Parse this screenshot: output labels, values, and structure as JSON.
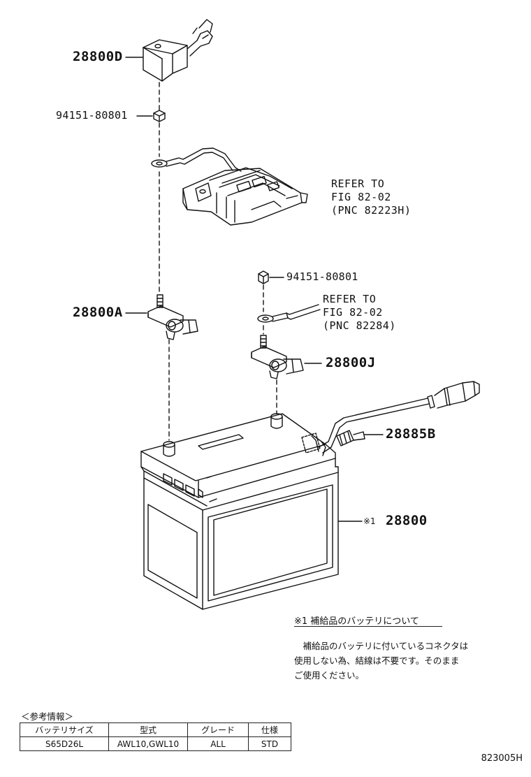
{
  "callouts": {
    "p28800D": "28800D",
    "nut_top": "94151-80801",
    "refer_upper": [
      "REFER TO",
      "FIG 82-02",
      "(PNC 82223H)"
    ],
    "nut_mid": "94151-80801",
    "refer_lower": [
      "REFER TO",
      "FIG 82-02",
      "(PNC 82284)"
    ],
    "p28800A": "28800A",
    "p28800J": "28800J",
    "p28885B": "28885B",
    "p28800_mark": "※1",
    "p28800": "28800"
  },
  "note": {
    "title": "※1  補給品のバッテリについて",
    "lines": [
      "　補給品のバッテリに付いているコネクタは",
      "使用しない為、結線は不要です。そのまま",
      "ご使用ください。"
    ]
  },
  "reference": {
    "title": "＜参考情報＞",
    "headers": [
      "バッテリサイズ",
      "型式",
      "グレード",
      "仕様"
    ],
    "row": [
      "S65D26L",
      "AWL10,GWL10",
      "ALL",
      "STD"
    ]
  },
  "footer_code": "823005H"
}
